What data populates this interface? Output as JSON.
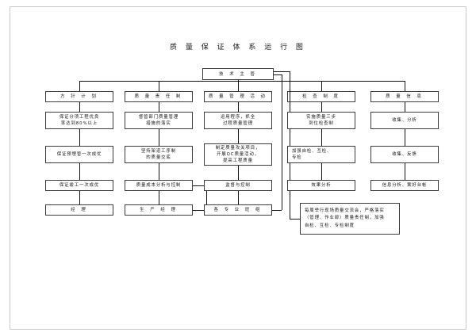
{
  "document": {
    "title": "质 量 保 证 体 系 运 行 图",
    "top_node": "技 术 主 管"
  },
  "columns": [
    {
      "header": "方 针 计 划",
      "nodes": [
        "保证分项工程优良\n率达到80%以上",
        "保证预埋管一次成优",
        "保证竣工一次成优"
      ],
      "footer": "经    理"
    },
    {
      "header": "质 量 责 任 制",
      "nodes": [
        "督管部门质量管理\n措施的落实",
        "坚持架道工序制\n的质量交底",
        "质量成本分析与控制"
      ],
      "footer": "生 产 经 理"
    },
    {
      "header": "质 量 管 理 活 动",
      "nodes": [
        "运用程序，抓全\n过程质量管理",
        "制定质量攻关项目，\n开展QC质量活动，\n提高工程质量",
        "监督与控制"
      ],
      "footer": "各 专 业 班 组"
    },
    {
      "header": "检 查 制 度",
      "nodes": [
        "实施质量三步\n到位检查制",
        "加强自检、互检、\n专检",
        "效果分析"
      ],
      "footer": ""
    },
    {
      "header": "质 量 信 息",
      "nodes": [
        "收集、分析",
        "收集、反馈",
        "信息分析、案好台帐"
      ],
      "footer": ""
    }
  ],
  "note": "每周举行现场质量交流会，严格落实\n（管理、作业部）质量责任制，加强\n自检、互检、专检制度",
  "colors": {
    "line": "#111111",
    "box_border": "#3b3b3b",
    "page_border": "#c9c9c9",
    "background": "#ffffff"
  }
}
